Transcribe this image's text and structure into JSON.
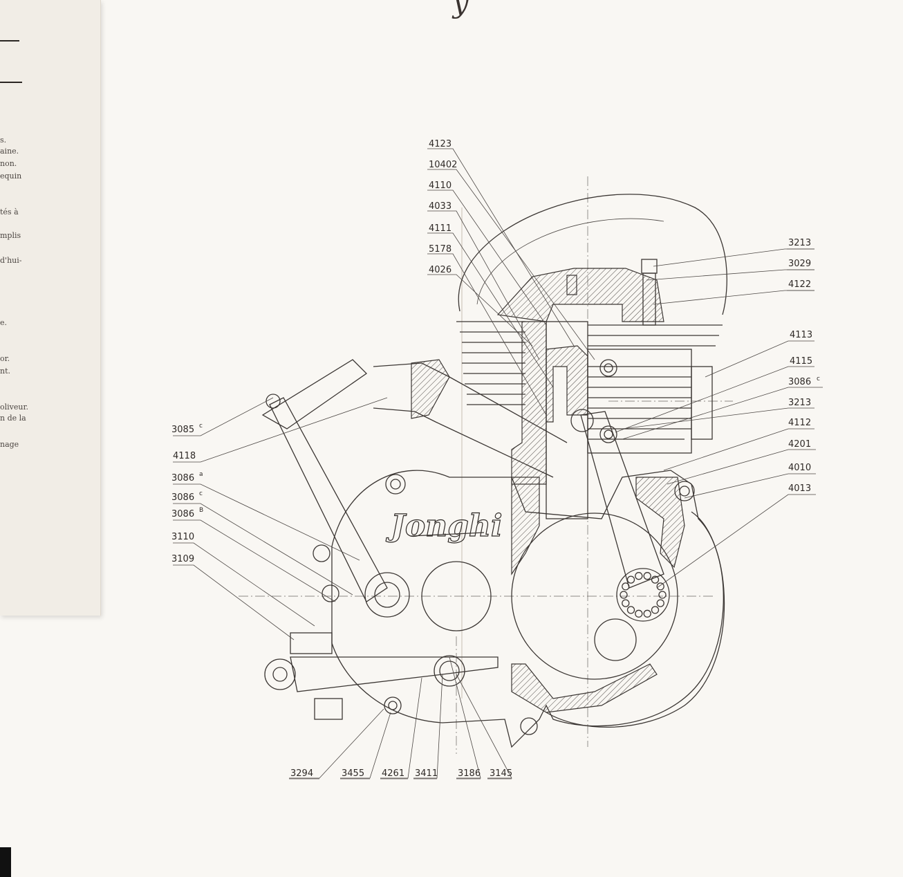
{
  "left_sheet": {
    "lines": [
      "s.",
      "aine.",
      "non.",
      "equin",
      "tés à",
      "mplis",
      "d'hui-",
      "e.",
      "or.",
      "nt.",
      "oliveur.",
      "n de la",
      "nage"
    ]
  },
  "title_fragment": "y",
  "brand": "Jonghi",
  "labels": {
    "l4123": "4123",
    "l10402": "10402",
    "l4110": "4110",
    "l4033": "4033",
    "l4111": "4111",
    "l5178": "5178",
    "l4026": "4026",
    "l3213a": "3213",
    "l3029": "3029",
    "l4122": "4122",
    "l4113": "4113",
    "l4115": "4115",
    "l3086c": "3086",
    "l3086c_sup": "c",
    "l3213b": "3213",
    "l4112": "4112",
    "l4201": "4201",
    "l4010": "4010",
    "l4013": "4013",
    "l3085": "3085",
    "l3085_sup": "c",
    "l4118": "4118",
    "l3086a": "3086",
    "l3086a_sup": "a",
    "l3086e": "3086",
    "l3086e_sup": "c",
    "l3086b": "3086",
    "l3086b_sup": "B",
    "l3110": "3110",
    "l3109": "3109",
    "l3294": "3294",
    "l3455": "3455",
    "l4261": "4261",
    "l3411": "3411",
    "l3186": "3186",
    "l3145": "3145"
  }
}
